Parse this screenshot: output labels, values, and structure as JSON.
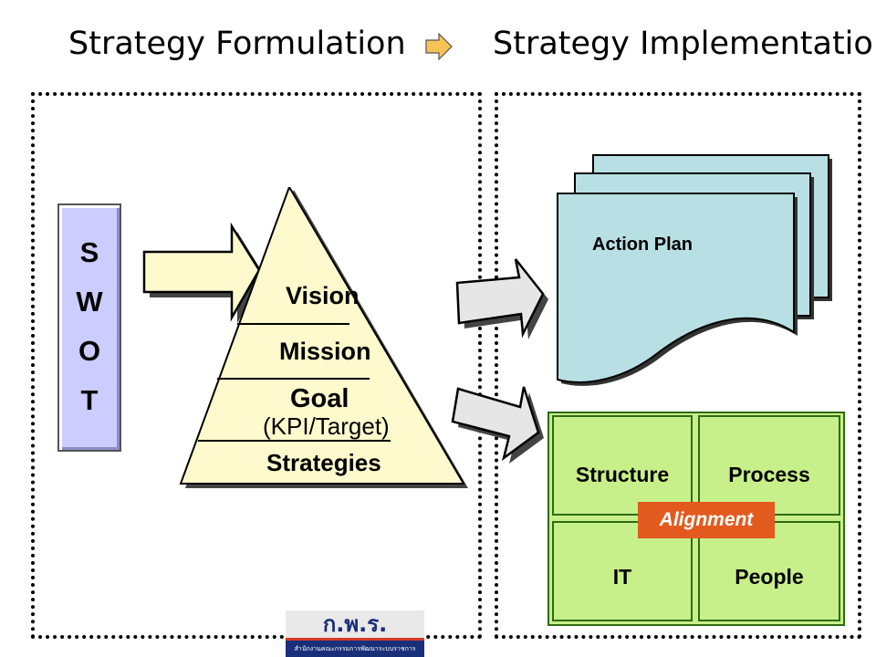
{
  "header": {
    "left_title": "Strategy Formulation",
    "right_title": "Strategy Implementation",
    "arrow_icon": "right-arrow-icon",
    "arrow_color": "#f7c356"
  },
  "swot": {
    "letters": [
      "S",
      "W",
      "O",
      "T"
    ],
    "fill": "#ccccff"
  },
  "pyramid": {
    "levels": [
      "Vision",
      "Mission",
      "Goal",
      "Strategies"
    ],
    "goal_sub": "(KPI/Target)",
    "fill": "#fffacd"
  },
  "implementation": {
    "action_plan": {
      "label": "Action Plan",
      "fill": "#b8e0e4"
    },
    "quadrants": [
      "Structure",
      "Process",
      "IT",
      "People"
    ],
    "quadrant_fill": "#c8f08a",
    "alignment": {
      "label": "Alignment",
      "fill": "#e35a1f"
    }
  },
  "logo": {
    "text": "ก.พ.ร.",
    "subtext": "สำนักงานคณะกรรมการพัฒนาระบบราชการ"
  }
}
